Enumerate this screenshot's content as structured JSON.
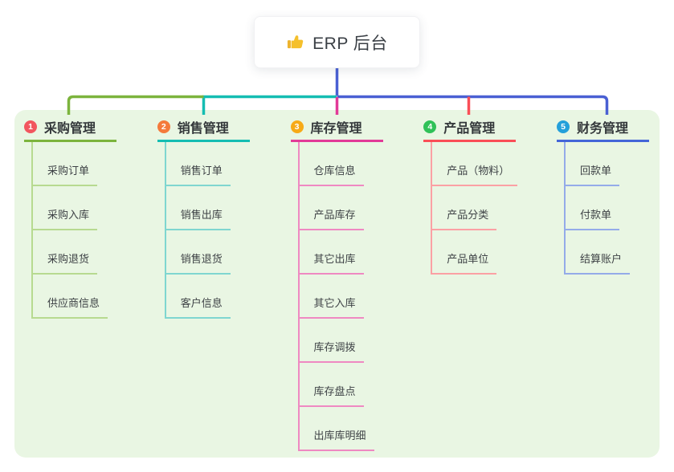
{
  "root": {
    "title": "ERP 后台",
    "icon": "thumbs-up"
  },
  "palette": {
    "panel": "#e9f6e3",
    "green": "#7cb43d",
    "teal": "#15bdb2",
    "blue": "#4a60d3",
    "magenta": "#e23a98",
    "red": "#fa4e57"
  },
  "branches": [
    {
      "number": "1",
      "title": "采购管理",
      "badge_color": "#f2565f",
      "line_color": "#7cb43d",
      "light_line_color": "#b7da90",
      "children": [
        "采购订单",
        "采购入库",
        "采购退货",
        "供应商信息"
      ]
    },
    {
      "number": "2",
      "title": "销售管理",
      "badge_color": "#f47a3b",
      "line_color": "#15bdb2",
      "light_line_color": "#7fd6d0",
      "children": [
        "销售订单",
        "销售出库",
        "销售退货",
        "客户信息"
      ]
    },
    {
      "number": "3",
      "title": "库存管理",
      "badge_color": "#f7aa17",
      "line_color": "#e23a98",
      "light_line_color": "#ef89c2",
      "children": [
        "仓库信息",
        "产品库存",
        "其它出库",
        "其它入库",
        "库存调拨",
        "库存盘点",
        "出库库明细"
      ]
    },
    {
      "number": "4",
      "title": "产品管理",
      "badge_color": "#30c158",
      "line_color": "#fa4e57",
      "light_line_color": "#fba0a4",
      "children": [
        "产品（物料）",
        "产品分类",
        "产品单位"
      ]
    },
    {
      "number": "5",
      "title": "财务管理",
      "badge_color": "#24a0da",
      "line_color": "#4466d8",
      "light_line_color": "#94abe9",
      "children": [
        "回款单",
        "付款单",
        "结算账户"
      ]
    }
  ]
}
